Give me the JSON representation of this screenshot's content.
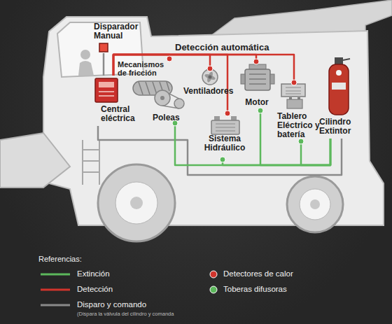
{
  "diagram": {
    "nodes": [
      {
        "text": [
          "Disparador Manual"
        ]
      },
      {
        "text": [
          "Central eléctrica"
        ]
      },
      {
        "text": [
          "Mecanismos de fricción"
        ]
      },
      {
        "text": [
          "Poleas"
        ]
      },
      {
        "text": [
          "Ventiladores"
        ]
      },
      {
        "text": [
          "Motor"
        ]
      },
      {
        "text": [
          "Sistema Hidráulico"
        ]
      },
      {
        "text": [
          "Tablero Eléctrico y batería"
        ]
      },
      {
        "text": [
          "Cilindro Extintor"
        ]
      }
    ],
    "edges": [
      {
        "from": 0,
        "to": 1,
        "arrow": "none"
      },
      {
        "from": 1,
        "to": 8,
        "arrow": "none"
      },
      {
        "from": 1,
        "to": 2,
        "arrow": "none"
      },
      {
        "from": 1,
        "to": 4,
        "arrow": "none"
      },
      {
        "from": 1,
        "to": 5,
        "arrow": "none"
      },
      {
        "from": 1,
        "to": 6,
        "arrow": "none"
      },
      {
        "from": 1,
        "to": 7,
        "arrow": "none"
      },
      {
        "from": 8,
        "to": 3,
        "arrow": "none"
      },
      {
        "from": 8,
        "to": 5,
        "arrow": "none"
      },
      {
        "from": 8,
        "to": 6,
        "arrow": "none"
      },
      {
        "from": 8,
        "to": 7,
        "arrow": "none"
      }
    ],
    "labels": [
      "Detección automática",
      "Referencias:",
      "(Dispara la válvula del cilindro y comanda"
    ],
    "legend": [
      {
        "text": "Extinción"
      },
      {
        "text": "Detección"
      },
      {
        "text": "Disparo y comando"
      },
      {
        "text": "Detectores de calor"
      },
      {
        "text": "Toberas difusoras"
      }
    ]
  }
}
